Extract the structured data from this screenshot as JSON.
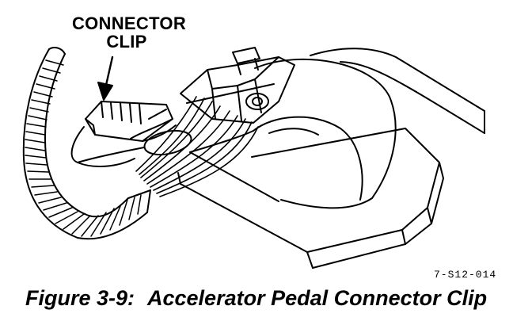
{
  "callout": {
    "line1": "CONNECTOR",
    "line2": "CLIP"
  },
  "drawing_code": "7-S12-014",
  "caption": {
    "figure_number": "Figure 3-9:",
    "title": "Accelerator Pedal Connector Clip"
  },
  "colors": {
    "ink": "#000000",
    "paper": "#ffffff"
  }
}
